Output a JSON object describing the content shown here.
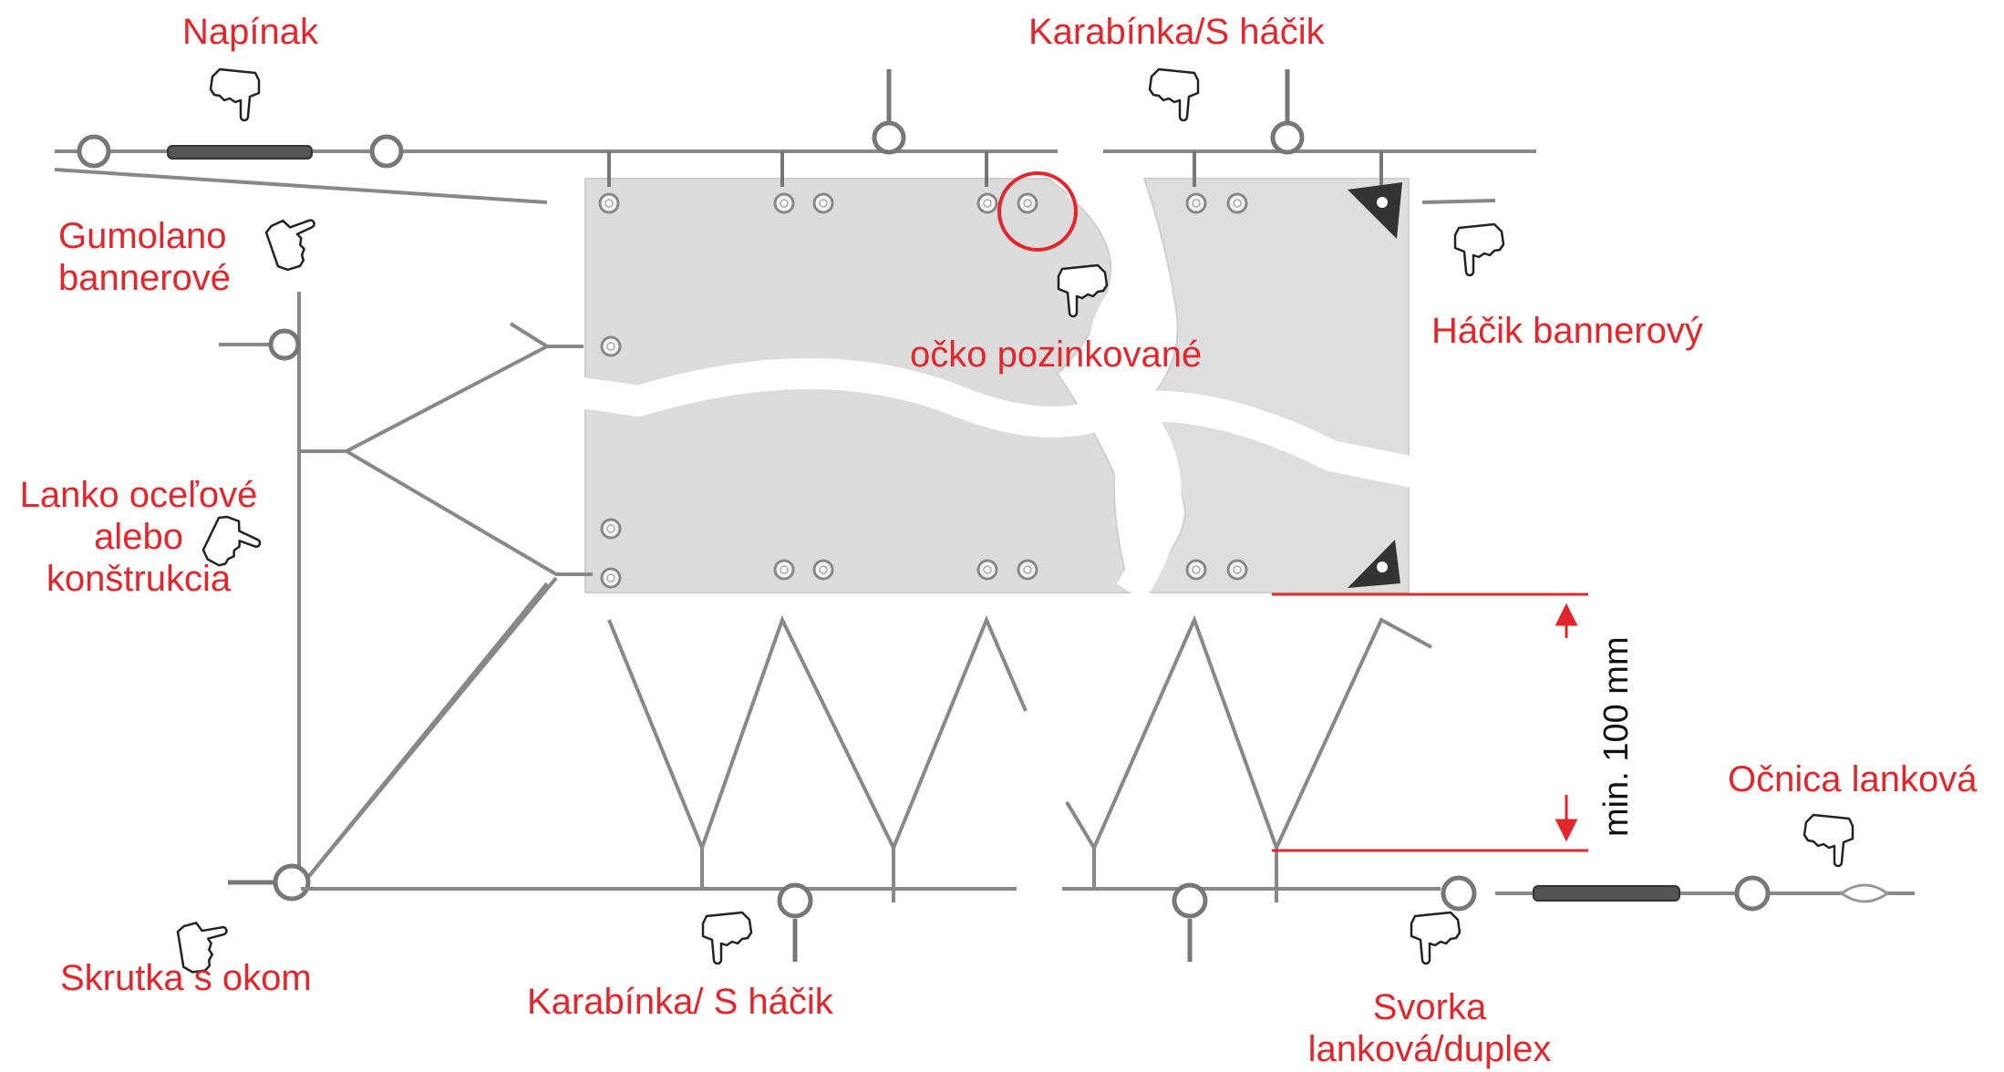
{
  "labels": {
    "napinak": "Napínak",
    "karabinka_s_hacik_top": "Karabínka/S háčik",
    "gumolano_line1": "Gumolano",
    "gumolano_line2": "bannerové",
    "hacik_bannerovy": "Háčik bannerový",
    "ocko_pozinkovane": "očko pozinkované",
    "lanko_line1": "Lanko oceľové",
    "lanko_line2": "alebo",
    "lanko_line3": "konštrukcia",
    "skrutka_s_okom": "Skrutka s okom",
    "karabinka_s_hacik_bottom": "Karabínka/ S háčik",
    "svorka_line1": "Svorka",
    "svorka_line2": "lanková/duplex",
    "ocnica_lankova": "Očnica lanková",
    "min_distance": "min. 100 mm"
  },
  "colors": {
    "label": "#e3262b",
    "banner": "#dcdcdc",
    "cable": "#7a7a7a",
    "dimension": "#e3262b"
  },
  "icons": [
    "pointing-hand-icon",
    "rope-tensioner-icon",
    "eye-bolt-icon",
    "banner-hook-icon",
    "grommet-icon",
    "cable-clamp-icon",
    "cable-thimble-icon"
  ]
}
